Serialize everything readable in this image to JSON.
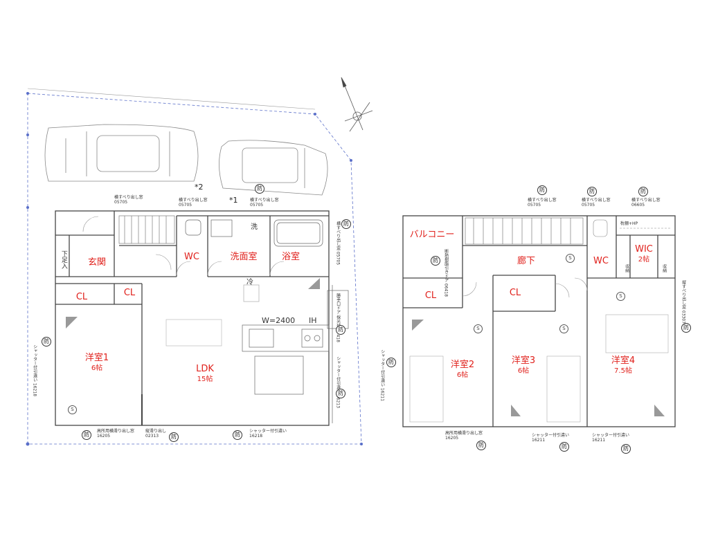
{
  "floor1": {
    "rooms": {
      "genkan": "玄関",
      "wc": "WC",
      "senmen": "洗面室",
      "yokushitsu": "浴室",
      "cl_a": "CL",
      "cl_b": "CL",
      "yoshitsu1": {
        "name": "洋室1",
        "area": "6帖"
      },
      "ldk": {
        "name": "LDK",
        "area": "15帖"
      }
    },
    "labels": {
      "shitasoku": "下足入",
      "kitchen_width": "W=2400",
      "ih": "IH",
      "sen": "洗",
      "rei": "冷",
      "note1": "*1",
      "note2": "*2"
    },
    "windows": {
      "top1": {
        "label": "横すべり出し窓",
        "code": "05705"
      },
      "top2": {
        "label": "横すべり出し窓",
        "code": "05705"
      },
      "top3": {
        "label": "横すべり出し窓",
        "code": "05705"
      },
      "right_bath": {
        "label": "横すべり出し窓",
        "code": "05705"
      },
      "right_door": {
        "label": "勝手口ドア 採光付",
        "code": "07418"
      },
      "right_shutter": {
        "label": "シャッター付引違い",
        "code": "16213"
      },
      "left_shutter": {
        "label": "シャッター付引違い",
        "code": "16218"
      },
      "bottom1": {
        "label": "高所用横滑り出し窓",
        "code": "16205"
      },
      "bottom2": {
        "label": "縦滑り出し",
        "code": "02313"
      },
      "bottom3": {
        "label": "シャッター付引違い",
        "code": "16218"
      }
    },
    "markers": [
      "防",
      "防",
      "防",
      "防",
      "防",
      "防",
      "防",
      "防"
    ],
    "s_markers": [
      "S"
    ]
  },
  "floor2": {
    "rooms": {
      "balcony": "バルコニー",
      "roka": "廊下",
      "wc": "WC",
      "wic": {
        "name": "WIC",
        "area": "2帖"
      },
      "cl_a": "CL",
      "cl_b": "CL",
      "yoshitsu2": {
        "name": "洋室2",
        "area": "6帖"
      },
      "yoshitsu3": {
        "name": "洋室3",
        "area": "6帖"
      },
      "yoshitsu4": {
        "name": "洋室4",
        "area": "7.5帖"
      }
    },
    "labels": {
      "shelf": "枕棚+HP",
      "shunou1": "収納",
      "shunou2": "収納"
    },
    "windows": {
      "top1": {
        "label": "横すべり出し窓",
        "code": "05705"
      },
      "top2": {
        "label": "横すべり出し窓",
        "code": "05705"
      },
      "top3": {
        "label": "横すべり出し窓",
        "code": "06605"
      },
      "balcony_door": {
        "label": "断熱樹脂引きドア",
        "code": "06418"
      },
      "left_shutter": {
        "label": "シャッター付引違い",
        "code": "16211"
      },
      "right_window": {
        "label": "縦すべり出し窓",
        "code": "03307"
      },
      "bottom1": {
        "label": "高所用横滑り出し窓",
        "code": "16205"
      },
      "bottom2": {
        "label": "シャッター付引違い",
        "code": "16211"
      },
      "bottom3": {
        "label": "シャッター付引違い",
        "code": "16211"
      }
    },
    "markers": [
      "防",
      "防",
      "防",
      "防",
      "防",
      "防",
      "防",
      "防",
      "防"
    ],
    "s_markers": [
      "S",
      "S",
      "S",
      "S"
    ]
  },
  "colors": {
    "room_label": "#e0201b",
    "line": "#444444",
    "boundary": "#5a6fc9"
  }
}
